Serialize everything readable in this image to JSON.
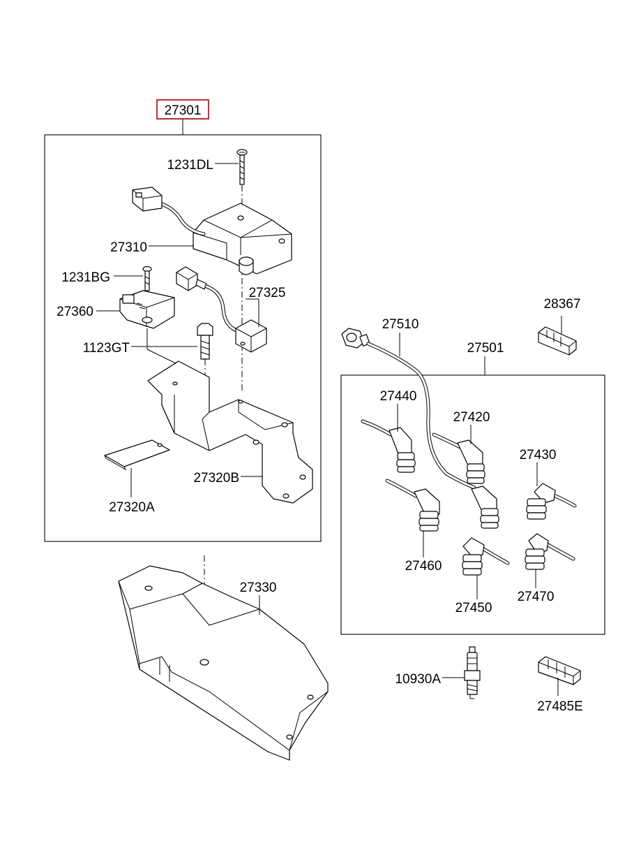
{
  "diagram": {
    "highlight_color": "#e0262b",
    "line_color": "#000000",
    "parts": {
      "p27301": "27301",
      "p1231DL": "1231DL",
      "p27310": "27310",
      "p1231BG": "1231BG",
      "p27325": "27325",
      "p27360": "27360",
      "p1123GT": "1123GT",
      "p27320B": "27320B",
      "p27320A": "27320A",
      "p27330": "27330",
      "p28367": "28367",
      "p27510": "27510",
      "p27501": "27501",
      "p27440": "27440",
      "p27420": "27420",
      "p27430": "27430",
      "p27460": "27460",
      "p27450": "27450",
      "p27470": "27470",
      "p10930A": "10930A",
      "p27485E": "27485E"
    }
  }
}
